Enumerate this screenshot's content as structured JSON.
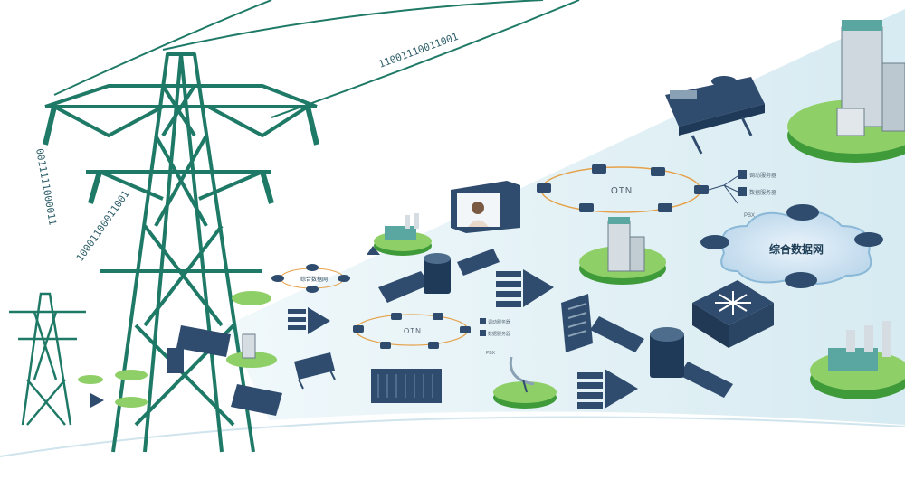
{
  "binary_streams": {
    "top": "11001110011001",
    "left": "0011111000011",
    "mid": "10001100011001"
  },
  "ring_large": {
    "label": "OTN",
    "annotation_1": "调动服务器",
    "annotation_2": "数据服务器",
    "annotation_3": "PBX"
  },
  "ring_mid": {
    "label": "OTN",
    "annotation_1": "调动服务器",
    "annotation_2": "数据服务器",
    "annotation_3": "PBX"
  },
  "ring_small": {
    "label": "综合数据网"
  },
  "data_cloud": {
    "label": "综合数据网"
  },
  "colors": {
    "tower_green": "#1e7a66",
    "platform_green": "#5ab34a",
    "navy_device": "#2f4c6e",
    "beam": "#d9eef3"
  }
}
